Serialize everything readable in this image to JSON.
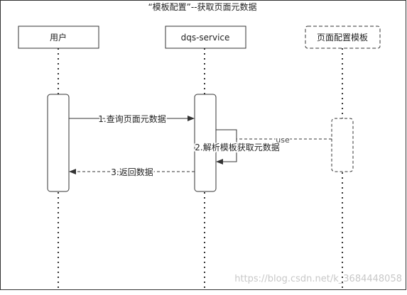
{
  "title": "“模板配置”--获取页面元数据",
  "participants": {
    "user": "用户",
    "service": "dqs-service",
    "template": "页面配置模板"
  },
  "messages": {
    "query": "1.查询页面元数据",
    "parse": "2.解析模板获取元数据",
    "use": "use",
    "return": "3.返回数据"
  },
  "watermark": "https://blog.csdn.net/k_3684448058"
}
